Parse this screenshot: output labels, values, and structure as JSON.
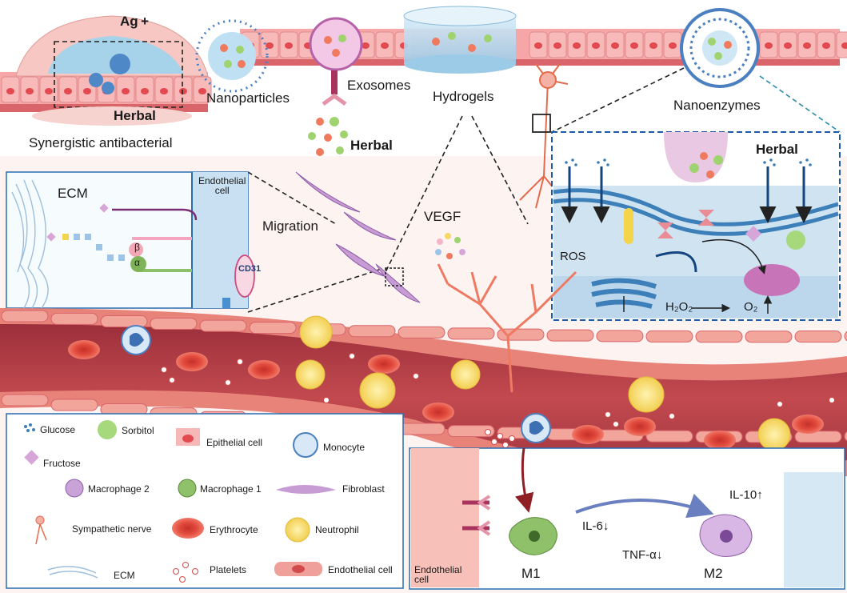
{
  "top": {
    "ag_label": "Ag +",
    "herbal_left": "Herbal",
    "nanoparticles": "Nanoparticles",
    "synergistic": "Synergistic antibacterial",
    "exosomes": "Exosomes",
    "herbal_center": "Herbal",
    "hydrogels": "Hydrogels",
    "nanoenzymes": "Nanoenzymes"
  },
  "ecm_panel": {
    "ecm": "ECM",
    "endothelial": "Endothelial\ncell",
    "cd31": "CD31",
    "beta": "β",
    "alpha": "α"
  },
  "mid": {
    "migration": "Migration",
    "vegf": "VEGF"
  },
  "inset": {
    "herbal": "Herbal",
    "ros": "ROS",
    "h2o2": "H₂O₂",
    "o2": "O₂"
  },
  "legend": {
    "glucose": "Glucose",
    "sorbitol": "Sorbitol",
    "fructose": "Fructose",
    "epithelial": "Epithelial cell",
    "monocyte": "Monocyte",
    "macrophage2": "Macrophage 2",
    "macrophage1": "Macrophage 1",
    "fibroblast": "Fibroblast",
    "sympathetic": "Sympathetic nerve",
    "erythrocyte": "Erythrocyte",
    "neutrophil": "Neutrophil",
    "ecm": "ECM",
    "platelets": "Platelets",
    "endothelial": "Endothelial cell"
  },
  "bottom_right": {
    "endothelial": "Endothelial\ncell",
    "m1": "M1",
    "m2": "M2",
    "il6": "IL-6↓",
    "tnf": "TNF-α↓",
    "il10": "IL-10↑"
  },
  "colors": {
    "vessel_wall": "#e8837a",
    "vessel_lumen": "#b8434a",
    "epithelium": "#f6a6a6",
    "erythrocyte": "#e8463a",
    "neutrophil": "#f6dc6a",
    "monocyte": "#5b8ec9",
    "macrophage1": "#8fc06a",
    "macrophage2": "#c9a3d8",
    "dashed_blue": "#1e5aa8",
    "inset_bg": "#cfe3f1"
  }
}
